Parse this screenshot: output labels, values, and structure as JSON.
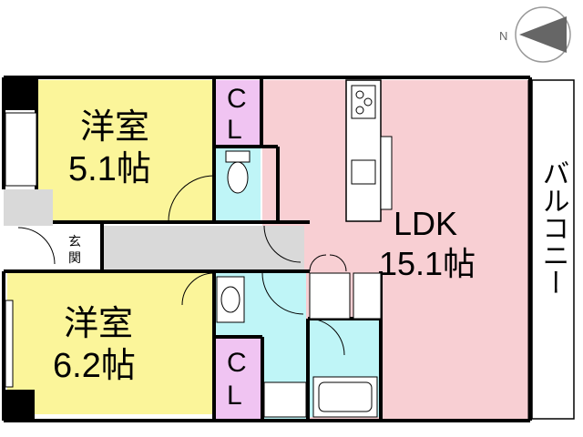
{
  "compass": {
    "label": "N"
  },
  "rooms": {
    "bedroom_top": {
      "name": "洋室",
      "size": "5.1帖"
    },
    "bedroom_bottom": {
      "name": "洋室",
      "size": "6.2帖"
    },
    "ldk": {
      "name": "LDK",
      "size": "15.1帖"
    },
    "closet_top": {
      "c": "C",
      "l": "L"
    },
    "closet_bottom": {
      "c": "C",
      "l": "L"
    },
    "entrance": {
      "line1": "玄",
      "line2": "関"
    },
    "balcony": {
      "label": "バルコニー"
    }
  },
  "colors": {
    "bedroom": "#fbf59a",
    "ldk": "#f8cfd3",
    "closet": "#f0c4f2",
    "wet": "#bff5f7",
    "hall": "#d9d9d9",
    "wall": "#000000"
  }
}
